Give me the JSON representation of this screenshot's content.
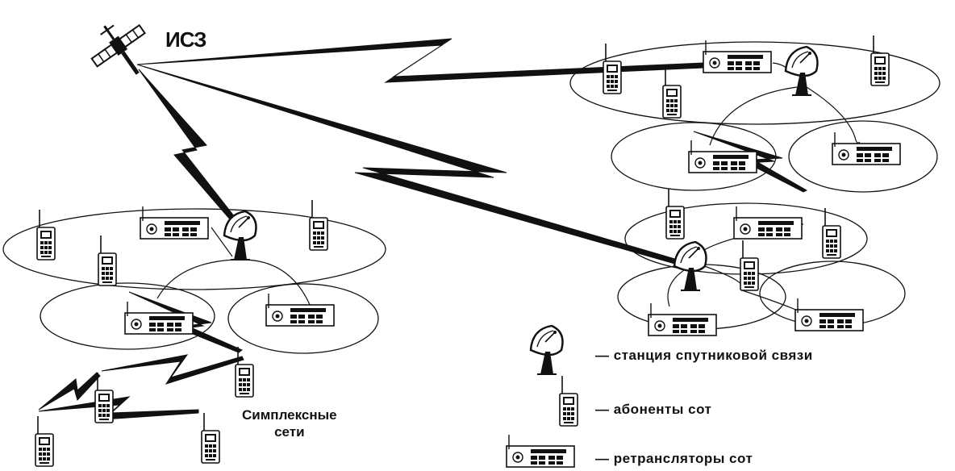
{
  "diagram": {
    "satellite_label": "ИСЗ",
    "simplex_label_line1": "Симплексные",
    "simplex_label_line2": "сети"
  },
  "legend": {
    "station": "— станция спутниковой связи",
    "subscriber": "— абоненты сот",
    "repeater": "— ретрансляторы сот"
  },
  "colors": {
    "ink": "#111111",
    "paper": "#ffffff"
  }
}
